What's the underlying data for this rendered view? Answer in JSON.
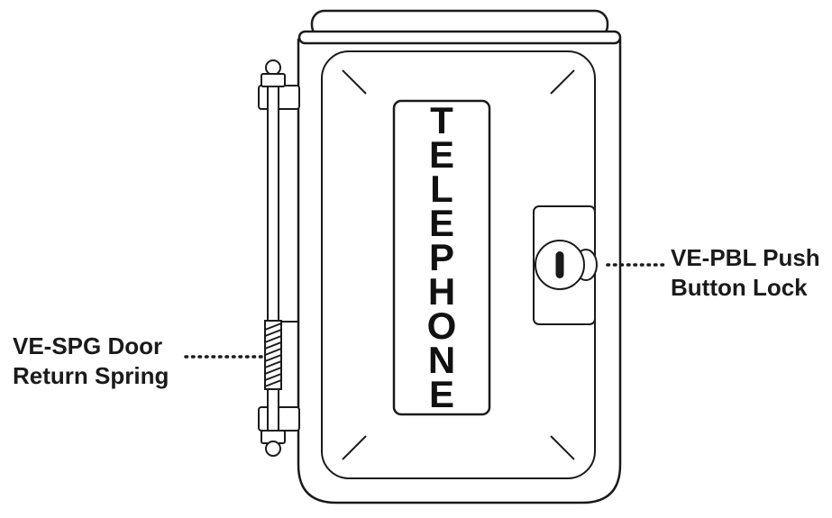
{
  "diagram": {
    "device_label": "TELEPHONE",
    "callouts": {
      "spring": {
        "line1": "VE-SPG Door",
        "line2": "Return Spring"
      },
      "lock": {
        "line1": "VE-PBL Push",
        "line2": "Button Lock"
      }
    }
  },
  "colors": {
    "line": "#1a1a1a",
    "background": "#ffffff"
  }
}
